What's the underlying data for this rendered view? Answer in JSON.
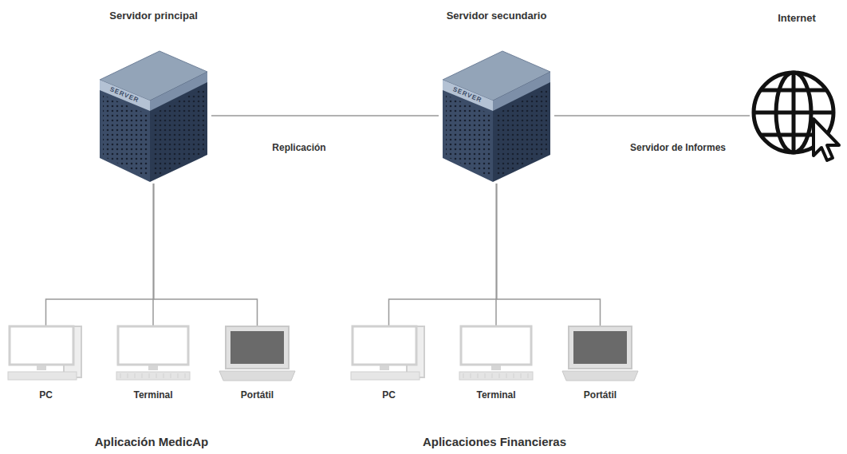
{
  "diagram": {
    "nodes": [
      {
        "text": [
          "Servidor principal"
        ]
      },
      {
        "text": [
          "Servidor secundario"
        ]
      },
      {
        "text": [
          "Internet"
        ]
      },
      {
        "text": [
          "PC"
        ]
      },
      {
        "text": [
          "Terminal"
        ]
      },
      {
        "text": [
          "Portátil"
        ]
      },
      {
        "text": [
          "PC"
        ]
      },
      {
        "text": [
          "Terminal"
        ]
      },
      {
        "text": [
          "Portátil"
        ]
      }
    ],
    "edges": [
      {
        "from": 0,
        "to": 1,
        "label": "Replicación",
        "arrow": "none"
      },
      {
        "from": 1,
        "to": 2,
        "label": "Servidor de Informes",
        "arrow": "none"
      },
      {
        "from": 0,
        "to": 3,
        "arrow": "none"
      },
      {
        "from": 0,
        "to": 4,
        "arrow": "none"
      },
      {
        "from": 0,
        "to": 5,
        "arrow": "none"
      },
      {
        "from": 1,
        "to": 6,
        "arrow": "none"
      },
      {
        "from": 1,
        "to": 7,
        "arrow": "none"
      },
      {
        "from": 1,
        "to": 8,
        "arrow": "none"
      }
    ],
    "labels": [
      "SERVER",
      "SERVER",
      "Aplicación MedicAp",
      "Aplicaciones Financieras"
    ]
  }
}
